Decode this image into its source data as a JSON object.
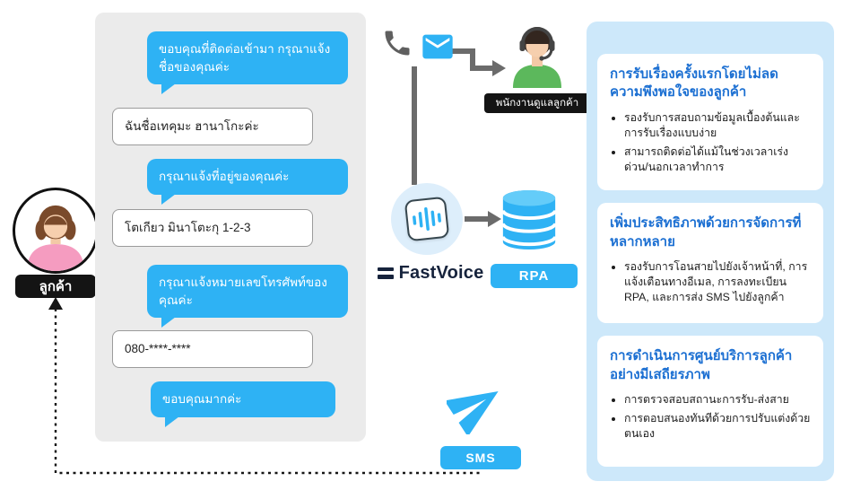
{
  "colors": {
    "chat-blue": "#2eb2f4",
    "panel-blue": "#cde8fa",
    "title-blue": "#1b6fd2",
    "badge-dark": "#141414",
    "brand-navy": "#16233c"
  },
  "customer": {
    "label": "ลูกค้า"
  },
  "chat": {
    "messages": [
      {
        "role": "bot",
        "text": "ขอบคุณที่ติดต่อเข้ามา กรุณาแจ้งชื่อของคุณค่ะ"
      },
      {
        "role": "user",
        "text": "ฉันชื่อเทคุมะ ฮานาโกะค่ะ"
      },
      {
        "role": "bot",
        "text": "กรุณาแจ้งที่อยู่ของคุณค่ะ"
      },
      {
        "role": "user",
        "text": "โตเกียว มินาโตะกุ 1-2-3"
      },
      {
        "role": "bot",
        "text": "กรุณาแจ้งหมายเลขโทรศัพท์ของคุณค่ะ"
      },
      {
        "role": "user",
        "text": "080-****-****"
      },
      {
        "role": "bot",
        "text": "ขอบคุณมากค่ะ"
      }
    ]
  },
  "flow": {
    "agent_label": "พนักงานดูแลลูกค้า",
    "brand": "FastVoice",
    "rpa_label": "RPA",
    "sms_label": "SMS",
    "icons": [
      "phone-icon",
      "envelope-icon",
      "agent-headset-icon",
      "soundwave-icon",
      "database-icon",
      "paper-plane-icon",
      "customer-avatar-icon"
    ]
  },
  "benefits": {
    "cards": [
      {
        "title": "การรับเรื่องครั้งแรกโดยไม่ลดความพึงพอใจของลูกค้า",
        "bullets": [
          "รองรับการสอบถามข้อมูลเบื้องต้นและการรับเรื่องแบบง่าย",
          "สามารถติดต่อได้แม้ในช่วงเวลาเร่งด่วน/นอกเวลาทำการ"
        ]
      },
      {
        "title": "เพิ่มประสิทธิภาพด้วยการจัดการที่หลากหลาย",
        "bullets": [
          "รองรับการโอนสายไปยังเจ้าหน้าที่, การแจ้งเตือนทางอีเมล, การลงทะเบียน RPA, และการส่ง SMS ไปยังลูกค้า"
        ]
      },
      {
        "title": "การดำเนินการศูนย์บริการลูกค้าอย่างมีเสถียรภาพ",
        "bullets": [
          "การตรวจสอบสถานะการรับ-ส่งสาย",
          "การตอบสนองทันทีด้วยการปรับแต่งด้วยตนเอง"
        ]
      }
    ]
  }
}
